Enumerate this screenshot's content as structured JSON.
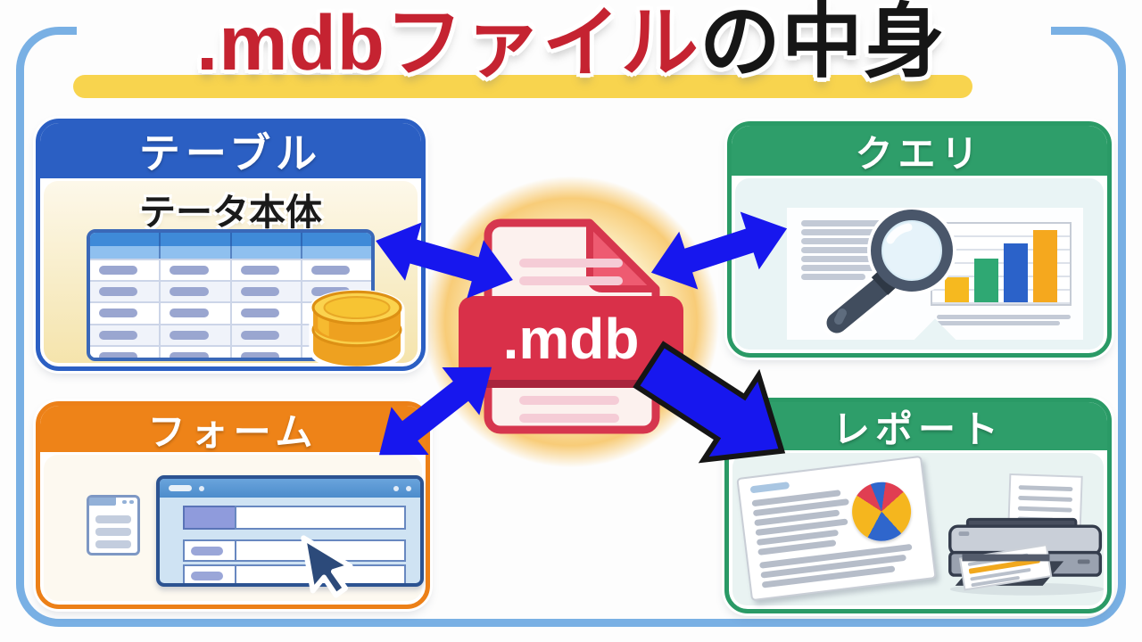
{
  "title": {
    "red_text": ".mdbファイル",
    "black_text": "の中身"
  },
  "center_file": {
    "label": ".mdb"
  },
  "panels": {
    "table": {
      "label": "テーブル",
      "subtitle": "テータ本体",
      "header_color": "#2b5fc3",
      "border_color": "#2b5fc3"
    },
    "query": {
      "label": "クエリ",
      "header_color": "#2e9e6a",
      "border_color": "#2a9a66"
    },
    "form": {
      "label": "フォーム",
      "header_color": "#ee8318",
      "border_color": "#ec8018"
    },
    "report": {
      "label": "レポート",
      "header_color": "#2e9e6a",
      "border_color": "#2a9a66"
    }
  },
  "colors": {
    "frame_blue": "#79b0e4",
    "arrow_blue": "#1717ee",
    "arrow_outline": "#151515",
    "title_red": "#c52331",
    "underline_yellow": "#f8d44e",
    "banner_red": "#d93049",
    "banner_shadow": "#a8243c",
    "file_body": "#fcf1ee",
    "file_border": "#d6364e",
    "glow_orange": "#f8cc78"
  },
  "illustrations": {
    "table_grid": {
      "rows": 5,
      "cols": 4,
      "pill_color": "#9aa6d0"
    },
    "query_chart": {
      "type": "bar",
      "values": [
        33,
        58,
        79,
        96
      ],
      "colors": [
        "#f6b91f",
        "#2fa873",
        "#2b62c9",
        "#f5a81e"
      ]
    },
    "report_pie": {
      "type": "pie",
      "start_deg": -15,
      "slices": [
        {
          "color": "#2f66cc",
          "deg": 30
        },
        {
          "color": "#e03e52",
          "deg": 40
        },
        {
          "color": "#f5b61e",
          "deg": 90
        },
        {
          "color": "#2f66cc",
          "deg": 70
        },
        {
          "color": "#f5b61e",
          "deg": 95
        },
        {
          "color": "#e03e52",
          "deg": 35
        }
      ]
    }
  }
}
